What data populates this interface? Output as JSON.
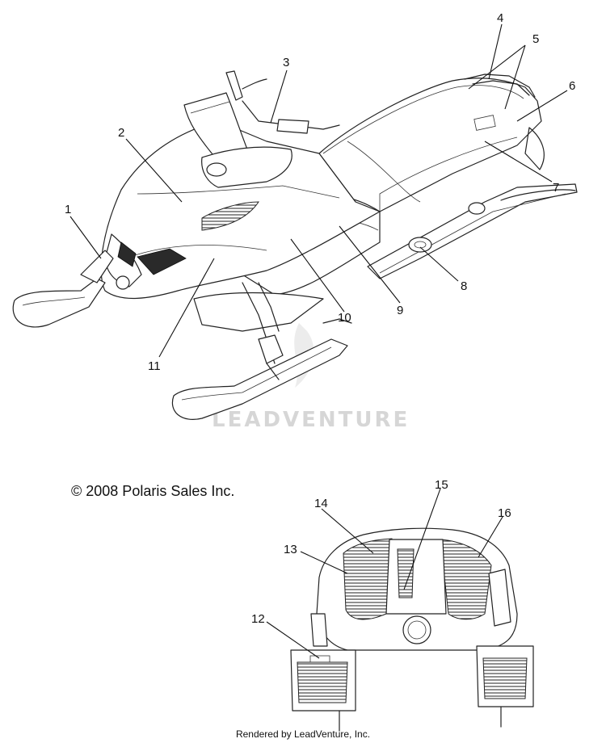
{
  "callouts": [
    {
      "id": "1",
      "label": "1"
    },
    {
      "id": "2",
      "label": "2"
    },
    {
      "id": "3",
      "label": "3"
    },
    {
      "id": "4",
      "label": "4"
    },
    {
      "id": "5",
      "label": "5"
    },
    {
      "id": "6",
      "label": "6"
    },
    {
      "id": "7",
      "label": "7"
    },
    {
      "id": "8",
      "label": "8"
    },
    {
      "id": "9",
      "label": "9"
    },
    {
      "id": "10",
      "label": "10"
    },
    {
      "id": "11",
      "label": "11"
    },
    {
      "id": "12",
      "label": "12"
    },
    {
      "id": "13",
      "label": "13"
    },
    {
      "id": "14",
      "label": "14"
    },
    {
      "id": "15",
      "label": "15"
    },
    {
      "id": "16",
      "label": "16"
    }
  ],
  "copyright": "© 2008 Polaris Sales Inc.",
  "watermark": "LEADVENTURE",
  "footer": "Rendered by LeadVenture, Inc."
}
